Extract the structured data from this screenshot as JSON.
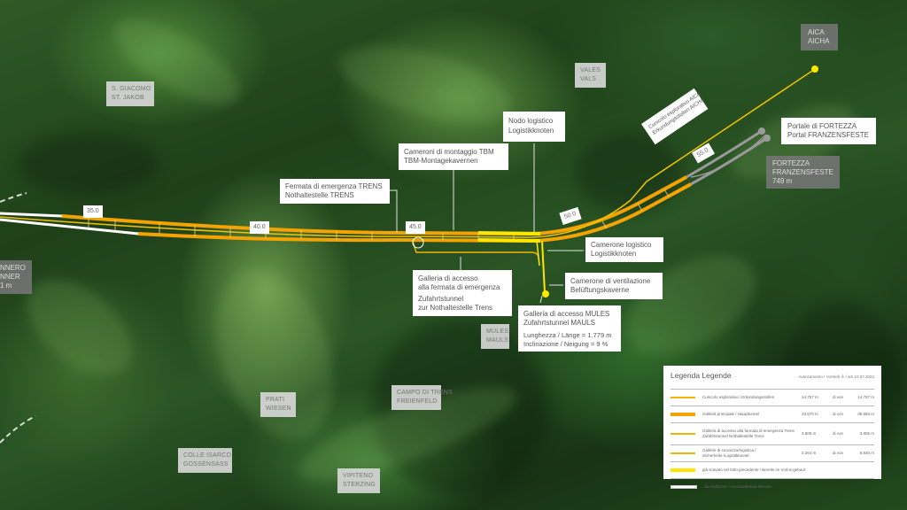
{
  "map": {
    "station_labels": {
      "brennero": {
        "lines": [
          "NNERO",
          "NNER",
          "1 m"
        ]
      },
      "fortezza": {
        "lines": [
          "FORTEZZA",
          "FRANZENSFESTE",
          "749 m"
        ]
      },
      "aica": {
        "lines": [
          "AICA",
          "AICHA"
        ]
      }
    },
    "place_labels": {
      "s_giacomo": {
        "lines": [
          "S. GIACOMO",
          "ST. JAKOB"
        ]
      },
      "vales": {
        "lines": [
          "VALES",
          "VALS"
        ]
      },
      "mules": {
        "lines": [
          "MULES",
          "MAULS"
        ]
      },
      "prati": {
        "lines": [
          "PRATI",
          "WIESEN"
        ]
      },
      "campo_di_trens": {
        "lines": [
          "CAMPO DI TRENS",
          "FREIENFELD"
        ]
      },
      "colle_isarco": {
        "lines": [
          "COLLE ISARCO",
          "GOSSENSASS"
        ]
      },
      "vipiteno": {
        "lines": [
          "VIPITENO",
          "STERZING"
        ]
      }
    },
    "km_markers": [
      "35.0",
      "40.0",
      "45.0",
      "50.0",
      "55.0"
    ],
    "callouts": {
      "fermata_trens": {
        "lines": [
          "Fermata di emergenza TRENS",
          "Nothaltestelle TRENS"
        ]
      },
      "cameroni_tbm": {
        "lines": [
          "Cameroni di montaggio TBM",
          "TBM-Montagekavernen"
        ]
      },
      "nodo_logistico": {
        "lines": [
          "Nodo logistico",
          "Logistikknoten"
        ]
      },
      "cunicolo_aica": {
        "lines": [
          "Cunicolo esplorativo AICA",
          "Erkundungsstollen AICHA"
        ]
      },
      "portale_fortezza": {
        "lines": [
          "Portale di FORTEZZA",
          "Portal FRANZENSFESTE"
        ]
      },
      "camerone_logistico": {
        "lines": [
          "Camerone logistico",
          "Logistikknoten"
        ]
      },
      "camerone_ventilazione": {
        "lines": [
          "Camerone di ventilazione",
          "Belüftungskaverne"
        ]
      },
      "galleria_accesso_fermata": {
        "lines": [
          "Galleria di accesso",
          "alla fermata di emergenza",
          "Zufahrtstunnel",
          "zur Nothaltestelle Trens"
        ]
      },
      "galleria_mules": {
        "lines": [
          "Galleria di accesso MULES",
          "Zufahrtstunnel MAULS"
        ],
        "details": [
          "Lunghezza / Länge = 1.779 m",
          "Inclinazione / Neigung = 9 %"
        ]
      }
    },
    "colors": {
      "main_tunnel": "#f5a300",
      "exploratory": "#f2b400",
      "pre_built": "#ffe600",
      "to_build": "#ffffff",
      "portal_gray": "#9a9a9a"
    }
  },
  "legend": {
    "title": "Legenda  Legende",
    "date": "Avanzamento / Vortrieb ≙ / am 10.07.2022",
    "rows": [
      {
        "desc": [
          "Cunicolo esplorativo / Erkundungsstollen"
        ],
        "done": "14.757 m",
        "sep": "di  von",
        "total": "14.757 m",
        "swatch": "#f2b400",
        "thick": 2
      },
      {
        "desc": [
          "Galleria principale / Haupttunnel"
        ],
        "done": "33.570 m",
        "sep": "di  von",
        "total": "39.856 m",
        "swatch": "#f5a300",
        "thick": 4
      },
      {
        "desc": [
          "Galleria di accesso alla fermata di emergenza Trens",
          "Zufahrtstunnel Nothaltestelle Trens"
        ],
        "done": "3.805 m",
        "sep": "di  von",
        "total": "3.805 m",
        "swatch": "#f2b400",
        "thick": 2
      },
      {
        "desc": [
          "Gallerie di sicurezza/logistica / Sicherheits-/Logistiktunnel"
        ],
        "done": "3.264 m",
        "sep": "di  von",
        "total": "6.930 m",
        "swatch": "#f2b400",
        "thick": 2
      },
      {
        "desc": [
          "già scavato nel lotto precedente / Bereits im Vorlos gebaut"
        ],
        "done": "",
        "sep": "",
        "total": "",
        "swatch": "#ffe600",
        "thick": 4
      },
      {
        "desc": [
          "da realizzare / vorzutreibende Strecke"
        ],
        "done": "",
        "sep": "",
        "total": "",
        "swatch": "#ffffff",
        "thick": 3
      }
    ]
  }
}
